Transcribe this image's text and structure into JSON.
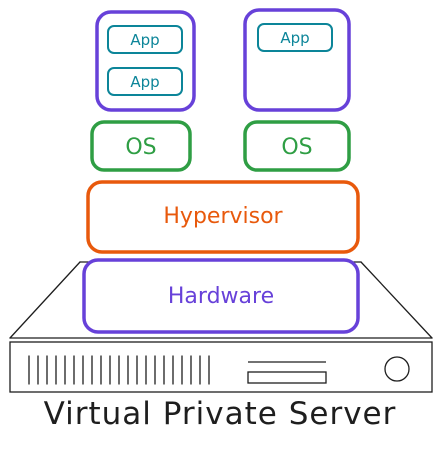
{
  "diagram": {
    "caption": "Virtual Private Server",
    "app_label_1": "App",
    "app_label_2": "App",
    "app_label_3": "App",
    "os_label_left": "OS",
    "os_label_right": "OS",
    "hypervisor_label": "Hypervisor",
    "hardware_label": "Hardware"
  },
  "colors": {
    "vm_container": "#6741d9",
    "app": "#0c8599",
    "os": "#2f9e44",
    "hypervisor": "#e8590c",
    "hardware": "#6741d9",
    "server": "#1e1e1e"
  }
}
